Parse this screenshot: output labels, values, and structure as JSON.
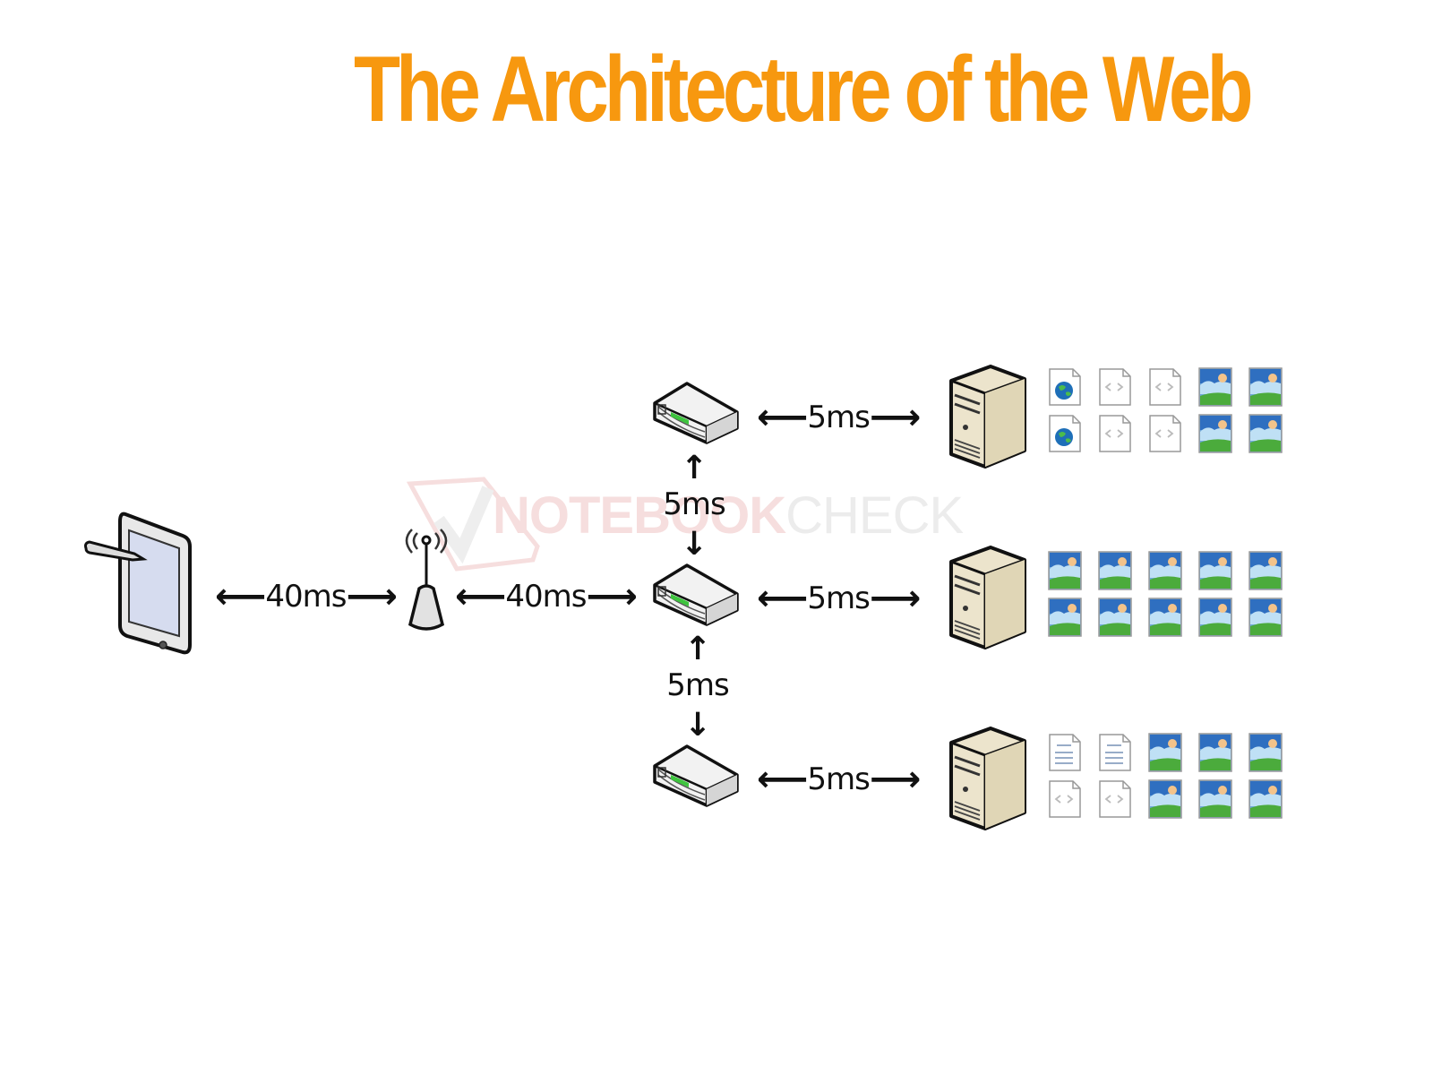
{
  "title": "The Architecture of the Web",
  "title_color": "#f7980f",
  "watermark": {
    "part1": "NOTEBOOK",
    "part2": "CHECK"
  },
  "nodes": {
    "client": {
      "type": "tablet-with-stylus",
      "icon": "tablet-icon"
    },
    "access_point": {
      "type": "wireless-access-point",
      "icon": "wifi-antenna-icon"
    },
    "routers": [
      {
        "id": "router-top",
        "icon": "router-icon"
      },
      {
        "id": "router-middle",
        "icon": "router-icon"
      },
      {
        "id": "router-bottom",
        "icon": "router-icon"
      }
    ],
    "servers": [
      {
        "id": "server-top",
        "icon": "server-tower-icon",
        "files": [
          "web-page",
          "code-file",
          "code-file",
          "image",
          "image",
          "web-page",
          "code-file",
          "code-file",
          "image",
          "image"
        ]
      },
      {
        "id": "server-middle",
        "icon": "server-tower-icon",
        "files": [
          "image",
          "image",
          "image",
          "image",
          "image",
          "image",
          "image",
          "image",
          "image",
          "image"
        ]
      },
      {
        "id": "server-bottom",
        "icon": "server-tower-icon",
        "files": [
          "text-file",
          "text-file",
          "image",
          "image",
          "image",
          "code-file",
          "code-file",
          "image",
          "image",
          "image"
        ]
      }
    ]
  },
  "links": {
    "client_to_ap": "40ms",
    "ap_to_router": "40ms",
    "router_top_to_middle": "5ms",
    "router_middle_to_bottom": "5ms",
    "router_top_to_server": "5ms",
    "router_middle_to_server": "5ms",
    "router_bottom_to_server": "5ms"
  },
  "arrows": {
    "left": "⟵",
    "right": "⟶",
    "up": "↑",
    "down": "↓"
  }
}
